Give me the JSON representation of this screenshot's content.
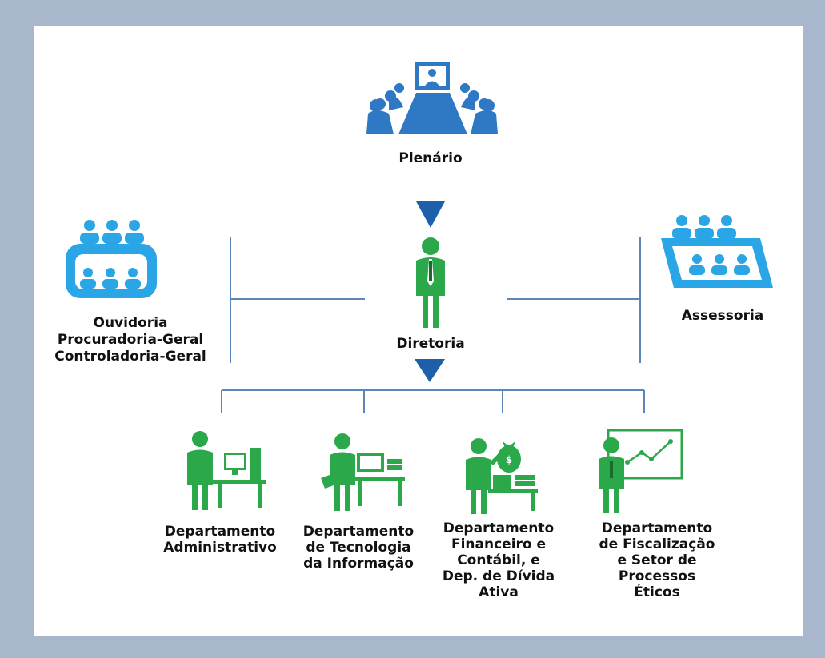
{
  "nodes": {
    "plenario": "Plenário",
    "diretoria": "Diretoria",
    "assessoria": "Assessoria",
    "ouvidoria": [
      "Ouvidoria",
      "Procuradoria-Geral",
      "Controladoria-Geral"
    ],
    "departments": [
      {
        "lines": [
          "Departamento",
          "Administrativo"
        ]
      },
      {
        "lines": [
          "Departamento",
          "de Tecnologia",
          "da Informação"
        ]
      },
      {
        "lines": [
          "Departamento",
          "Financeiro e",
          "Contábil, e",
          "Dep. de Dívida",
          "Ativa"
        ]
      },
      {
        "lines": [
          "Departamento",
          "de Fiscalização",
          "e Setor de",
          "Processos",
          "Éticos"
        ]
      }
    ]
  },
  "icons": {
    "plenario": "meeting-room-icon",
    "diretoria": "executive-person-icon",
    "ouvidoria": "group-table-icon",
    "assessoria": "group-board-icon",
    "departments": [
      "office-computer-icon",
      "it-workstation-icon",
      "money-bag-icon",
      "growth-chart-icon"
    ]
  },
  "colors": {
    "frame": "#a9b7cd",
    "background": "#ffffff",
    "blue_icon": "#2e78c4",
    "light_blue_icon": "#2aa6e6",
    "green_icon": "#2aa84a",
    "connector_line": "#5b87b8",
    "arrow": "#1d5fa8"
  }
}
